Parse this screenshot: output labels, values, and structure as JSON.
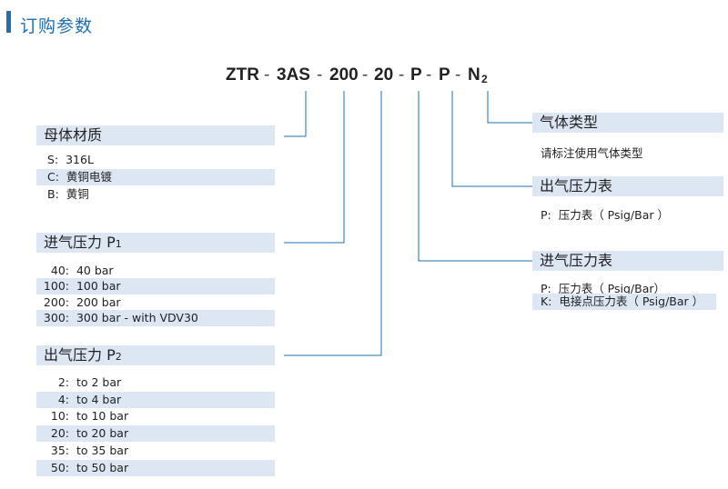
{
  "header": {
    "title": "订购参数"
  },
  "code": {
    "parts": [
      "ZTR",
      "3AS",
      "200",
      "20",
      "P",
      "P",
      "N"
    ],
    "dash": "-",
    "subscript": "2"
  },
  "body_material": {
    "title": "母体材质",
    "items": [
      {
        "code": "S:",
        "desc": "316L"
      },
      {
        "code": "C:",
        "desc": "黄铜电镀"
      },
      {
        "code": "B:",
        "desc": "黄铜"
      }
    ]
  },
  "inlet_pressure": {
    "title": "进气压力 P",
    "title_sub": "1",
    "items": [
      {
        "code": "40:",
        "desc": "40 bar"
      },
      {
        "code": "100:",
        "desc": "100 bar"
      },
      {
        "code": "200:",
        "desc": "200 bar"
      },
      {
        "code": "300:",
        "desc": "300 bar - with VDV30"
      }
    ]
  },
  "outlet_pressure": {
    "title": "出气压力 P",
    "title_sub": "2",
    "items": [
      {
        "code": "2:",
        "desc": "to 2 bar"
      },
      {
        "code": "4:",
        "desc": "to 4 bar"
      },
      {
        "code": "10:",
        "desc": "to 10 bar"
      },
      {
        "code": "20:",
        "desc": "to 20 bar"
      },
      {
        "code": "35:",
        "desc": "to 35 bar"
      },
      {
        "code": "50:",
        "desc": "to 50 bar"
      }
    ]
  },
  "gas_type": {
    "title": "气体类型",
    "note": "请标注使用气体类型"
  },
  "outlet_gauge": {
    "title": "出气压力表",
    "items": [
      {
        "code": "P:",
        "desc": "压力表（ Psig/Bar ）"
      }
    ]
  },
  "inlet_gauge": {
    "title": "进气压力表",
    "items": [
      {
        "code": "P:",
        "desc": "压力表（ Psig/Bar）"
      },
      {
        "code": "K:",
        "desc": "电接点压力表（ Psig/Bar ）"
      }
    ]
  },
  "colors": {
    "accent": "#1f6fb2",
    "shade": "#dde7f3"
  }
}
